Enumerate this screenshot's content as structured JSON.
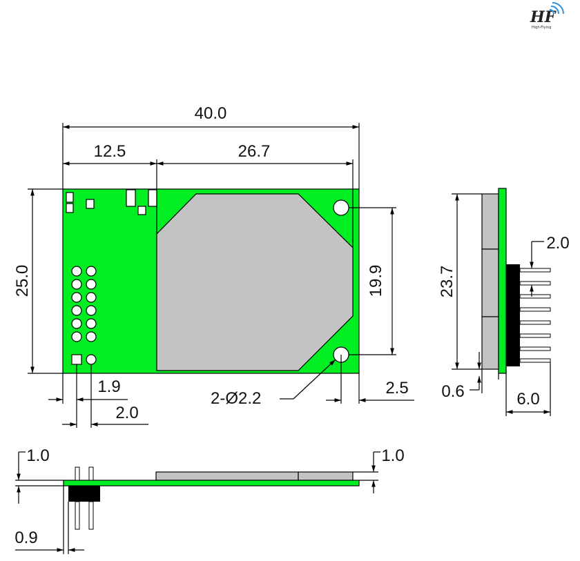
{
  "logo": {
    "text": "HF",
    "subtext": "High-Flying"
  },
  "colors": {
    "pcb": "#00ee22",
    "shield": "#c3c3c3",
    "header": "#000000",
    "line": "#000000"
  },
  "top_view": {
    "width": "40.0",
    "left_section": "12.5",
    "right_section": "26.7",
    "height": "25.0",
    "hole_spacing": "19.9",
    "hole_note": "2-Ø2.2",
    "hole_edge_offset": "2.5",
    "pin_offset": "1.9",
    "pin_pitch": "2.0"
  },
  "side_view": {
    "height": "23.7",
    "pin_pitch": "2.0",
    "board_thickness": "0.6",
    "header_depth": "6.0"
  },
  "bottom_view": {
    "header_height": "1.0",
    "shield_height": "1.0",
    "pin_offset": "0.9"
  }
}
